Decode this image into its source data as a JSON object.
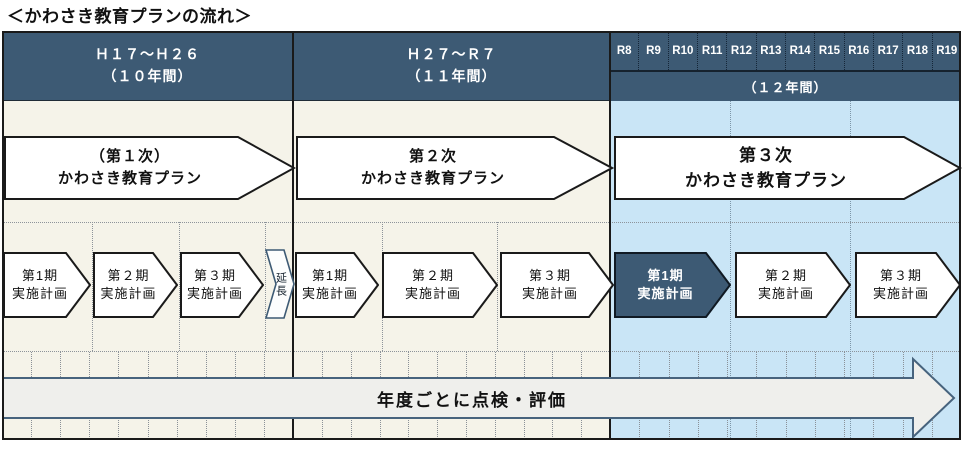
{
  "title": "＜かわさき教育プランの流れ＞",
  "colors": {
    "header_blue": "#3d5a74",
    "body_cream": "#f5f3e9",
    "body_light_blue": "#c9e5f6",
    "highlight_chevron": "#3d5a74",
    "eval_arrow_fill": "#efefec",
    "eval_arrow_border": "#47637d"
  },
  "era1": {
    "range": "Ｈ１７～Ｈ２６",
    "duration": "（１０年間）",
    "plan_line1": "（第１次）",
    "plan_line2": "かわさき教育プラン",
    "phases": [
      {
        "l1": "第1期",
        "l2": "実施計画"
      },
      {
        "l1": "第２期",
        "l2": "実施計画"
      },
      {
        "l1": "第３期",
        "l2": "実施計画"
      }
    ],
    "extension": "延長"
  },
  "era2": {
    "range": "Ｈ２７～Ｒ７",
    "duration": "（１１年間）",
    "plan_line1": "第２次",
    "plan_line2": "かわさき教育プラン",
    "phases": [
      {
        "l1": "第1期",
        "l2": "実施計画"
      },
      {
        "l1": "第２期",
        "l2": "実施計画"
      },
      {
        "l1": "第３期",
        "l2": "実施計画"
      }
    ]
  },
  "era3": {
    "years": [
      "R8",
      "R9",
      "R10",
      "R11",
      "R12",
      "R13",
      "R14",
      "R15",
      "R16",
      "R17",
      "R18",
      "R19"
    ],
    "duration": "（１２年間）",
    "plan_line1": "第３次",
    "plan_line2": "かわさき教育プラン",
    "phases": [
      {
        "l1": "第1期",
        "l2": "実施計画"
      },
      {
        "l1": "第２期",
        "l2": "実施計画"
      },
      {
        "l1": "第３期",
        "l2": "実施計画"
      }
    ]
  },
  "evaluation_arrow_label": "年度ごとに点検・評価"
}
